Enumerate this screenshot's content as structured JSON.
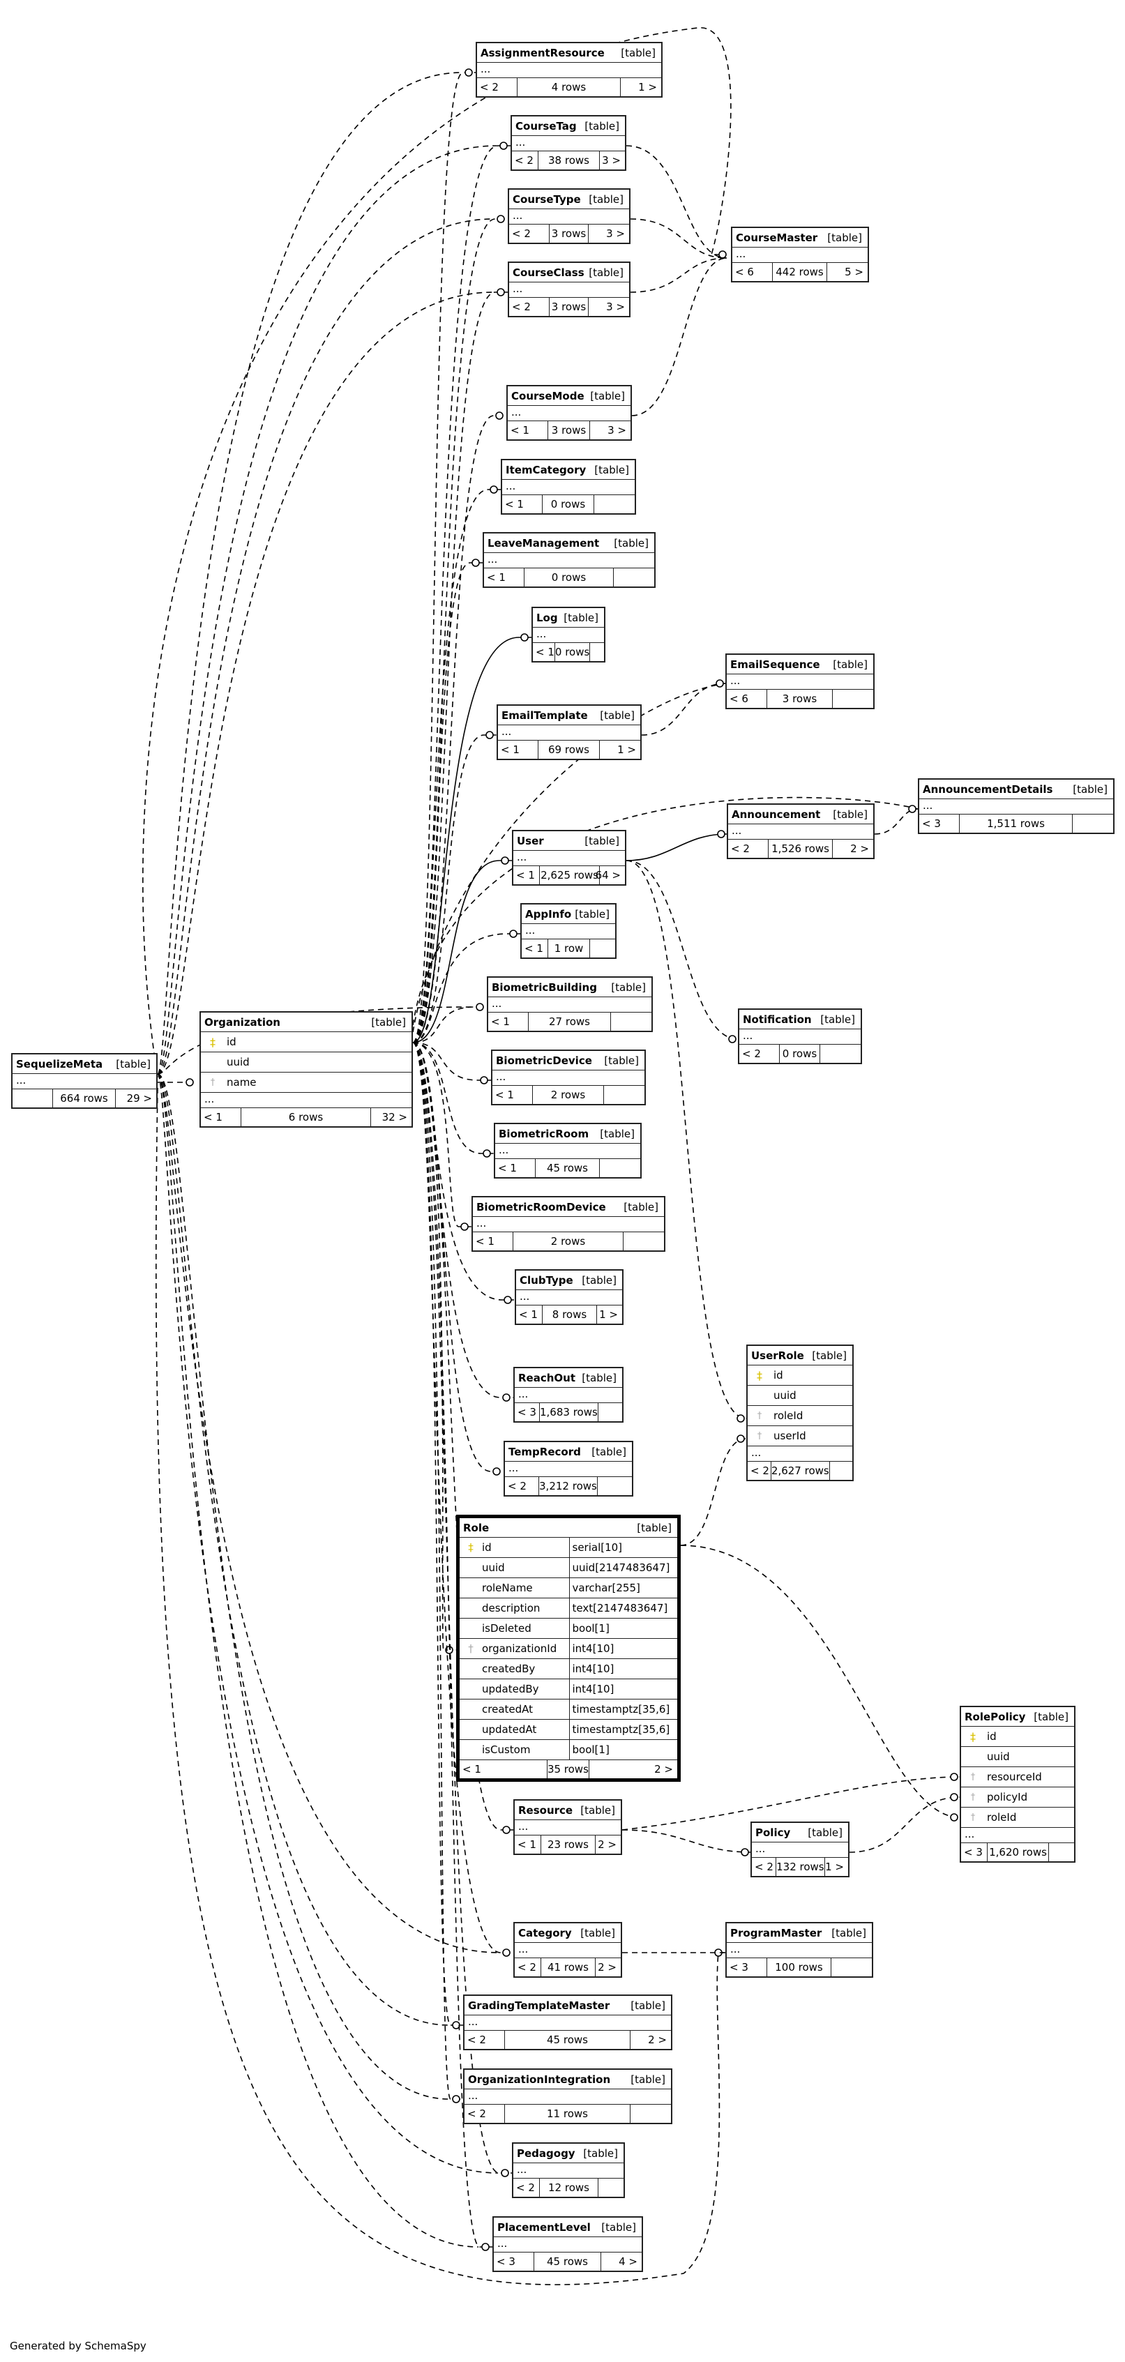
{
  "credit": "Generated by SchemaSpy",
  "tables": [
    {
      "id": "SequelizeMeta",
      "name": "SequelizeMeta",
      "type": "[table]",
      "footer": {
        "left": "",
        "rows": "664 rows",
        "right": "29 >"
      }
    },
    {
      "id": "Organization",
      "name": "Organization",
      "type": "[table]",
      "columns": [
        {
          "name": "id",
          "key": "pk"
        },
        {
          "name": "uuid",
          "key": ""
        },
        {
          "name": "name",
          "key": "fk"
        }
      ],
      "footer": {
        "left": "< 1",
        "rows": "6 rows",
        "right": "32 >"
      }
    },
    {
      "id": "AssignmentResource",
      "name": "AssignmentResource",
      "type": "[table]",
      "footer": {
        "left": "< 2",
        "rows": "4 rows",
        "right": "1 >"
      }
    },
    {
      "id": "CourseTag",
      "name": "CourseTag",
      "type": "[table]",
      "footer": {
        "left": "< 2",
        "rows": "38 rows",
        "right": "3 >"
      }
    },
    {
      "id": "CourseType",
      "name": "CourseType",
      "type": "[table]",
      "footer": {
        "left": "< 2",
        "rows": "3 rows",
        "right": "3 >"
      }
    },
    {
      "id": "CourseClass",
      "name": "CourseClass",
      "type": "[table]",
      "footer": {
        "left": "< 2",
        "rows": "3 rows",
        "right": "3 >"
      }
    },
    {
      "id": "CourseMaster",
      "name": "CourseMaster",
      "type": "[table]",
      "footer": {
        "left": "< 6",
        "rows": "442 rows",
        "right": "5 >"
      }
    },
    {
      "id": "CourseMode",
      "name": "CourseMode",
      "type": "[table]",
      "footer": {
        "left": "< 1",
        "rows": "3 rows",
        "right": "3 >"
      }
    },
    {
      "id": "ItemCategory",
      "name": "ItemCategory",
      "type": "[table]",
      "footer": {
        "left": "< 1",
        "rows": "0 rows",
        "right": ""
      }
    },
    {
      "id": "LeaveManagement",
      "name": "LeaveManagement",
      "type": "[table]",
      "footer": {
        "left": "< 1",
        "rows": "0 rows",
        "right": ""
      }
    },
    {
      "id": "Log",
      "name": "Log",
      "type": "[table]",
      "footer": {
        "left": "< 1",
        "rows": "0 rows",
        "right": ""
      }
    },
    {
      "id": "EmailSequence",
      "name": "EmailSequence",
      "type": "[table]",
      "footer": {
        "left": "< 6",
        "rows": "3 rows",
        "right": ""
      }
    },
    {
      "id": "EmailTemplate",
      "name": "EmailTemplate",
      "type": "[table]",
      "footer": {
        "left": "< 1",
        "rows": "69 rows",
        "right": "1 >"
      }
    },
    {
      "id": "AnnouncementDetails",
      "name": "AnnouncementDetails",
      "type": "[table]",
      "footer": {
        "left": "< 3",
        "rows": "1,511 rows",
        "right": ""
      }
    },
    {
      "id": "Announcement",
      "name": "Announcement",
      "type": "[table]",
      "footer": {
        "left": "< 2",
        "rows": "1,526 rows",
        "right": "2 >"
      }
    },
    {
      "id": "User",
      "name": "User",
      "type": "[table]",
      "footer": {
        "left": "< 1",
        "rows": "2,625 rows",
        "right": "64 >"
      }
    },
    {
      "id": "AppInfo",
      "name": "AppInfo",
      "type": "[table]",
      "footer": {
        "left": "< 1",
        "rows": "1 row",
        "right": ""
      }
    },
    {
      "id": "BiometricBuilding",
      "name": "BiometricBuilding",
      "type": "[table]",
      "footer": {
        "left": "< 1",
        "rows": "27 rows",
        "right": ""
      }
    },
    {
      "id": "Notification",
      "name": "Notification",
      "type": "[table]",
      "footer": {
        "left": "< 2",
        "rows": "0 rows",
        "right": ""
      }
    },
    {
      "id": "BiometricDevice",
      "name": "BiometricDevice",
      "type": "[table]",
      "footer": {
        "left": "< 1",
        "rows": "2 rows",
        "right": ""
      }
    },
    {
      "id": "BiometricRoom",
      "name": "BiometricRoom",
      "type": "[table]",
      "footer": {
        "left": "< 1",
        "rows": "45 rows",
        "right": ""
      }
    },
    {
      "id": "BiometricRoomDevice",
      "name": "BiometricRoomDevice",
      "type": "[table]",
      "footer": {
        "left": "< 1",
        "rows": "2 rows",
        "right": ""
      }
    },
    {
      "id": "ClubType",
      "name": "ClubType",
      "type": "[table]",
      "footer": {
        "left": "< 1",
        "rows": "8 rows",
        "right": "1 >"
      }
    },
    {
      "id": "UserRole",
      "name": "UserRole",
      "type": "[table]",
      "columns": [
        {
          "name": "id",
          "key": "pk"
        },
        {
          "name": "uuid",
          "key": ""
        },
        {
          "name": "roleId",
          "key": "fk"
        },
        {
          "name": "userId",
          "key": "fk"
        }
      ],
      "footer": {
        "left": "< 2",
        "rows": "2,627 rows",
        "right": ""
      }
    },
    {
      "id": "ReachOut",
      "name": "ReachOut",
      "type": "[table]",
      "footer": {
        "left": "< 3",
        "rows": "1,683 rows",
        "right": ""
      }
    },
    {
      "id": "TempRecord",
      "name": "TempRecord",
      "type": "[table]",
      "footer": {
        "left": "< 2",
        "rows": "3,212 rows",
        "right": ""
      }
    },
    {
      "id": "Role",
      "name": "Role",
      "type": "[table]",
      "columns": [
        {
          "name": "id",
          "dtype": "serial[10]",
          "key": "pk"
        },
        {
          "name": "uuid",
          "dtype": "uuid[2147483647]",
          "key": ""
        },
        {
          "name": "roleName",
          "dtype": "varchar[255]",
          "key": ""
        },
        {
          "name": "description",
          "dtype": "text[2147483647]",
          "key": ""
        },
        {
          "name": "isDeleted",
          "dtype": "bool[1]",
          "key": ""
        },
        {
          "name": "organizationId",
          "dtype": "int4[10]",
          "key": "fk"
        },
        {
          "name": "createdBy",
          "dtype": "int4[10]",
          "key": ""
        },
        {
          "name": "updatedBy",
          "dtype": "int4[10]",
          "key": ""
        },
        {
          "name": "createdAt",
          "dtype": "timestamptz[35,6]",
          "key": ""
        },
        {
          "name": "updatedAt",
          "dtype": "timestamptz[35,6]",
          "key": ""
        },
        {
          "name": "isCustom",
          "dtype": "bool[1]",
          "key": ""
        }
      ],
      "footer": {
        "left": "< 1",
        "rows": "35 rows",
        "right": "2 >"
      }
    },
    {
      "id": "RolePolicy",
      "name": "RolePolicy",
      "type": "[table]",
      "columns": [
        {
          "name": "id",
          "key": "pk"
        },
        {
          "name": "uuid",
          "key": ""
        },
        {
          "name": "resourceId",
          "key": "fk"
        },
        {
          "name": "policyId",
          "key": "fk"
        },
        {
          "name": "roleId",
          "key": "fk"
        }
      ],
      "footer": {
        "left": "< 3",
        "rows": "1,620 rows",
        "right": ""
      }
    },
    {
      "id": "Resource",
      "name": "Resource",
      "type": "[table]",
      "footer": {
        "left": "< 1",
        "rows": "23 rows",
        "right": "2 >"
      }
    },
    {
      "id": "Policy",
      "name": "Policy",
      "type": "[table]",
      "footer": {
        "left": "< 2",
        "rows": "132 rows",
        "right": "1 >"
      }
    },
    {
      "id": "Category",
      "name": "Category",
      "type": "[table]",
      "footer": {
        "left": "< 2",
        "rows": "41 rows",
        "right": "2 >"
      }
    },
    {
      "id": "ProgramMaster",
      "name": "ProgramMaster",
      "type": "[table]",
      "footer": {
        "left": "< 3",
        "rows": "100 rows",
        "right": ""
      }
    },
    {
      "id": "GradingTemplateMaster",
      "name": "GradingTemplateMaster",
      "type": "[table]",
      "footer": {
        "left": "< 2",
        "rows": "45 rows",
        "right": "2 >"
      }
    },
    {
      "id": "OrganizationIntegration",
      "name": "OrganizationIntegration",
      "type": "[table]",
      "footer": {
        "left": "< 2",
        "rows": "11 rows",
        "right": ""
      }
    },
    {
      "id": "Pedagogy",
      "name": "Pedagogy",
      "type": "[table]",
      "footer": {
        "left": "< 2",
        "rows": "12 rows",
        "right": ""
      }
    },
    {
      "id": "PlacementLevel",
      "name": "PlacementLevel",
      "type": "[table]",
      "footer": {
        "left": "< 3",
        "rows": "45 rows",
        "right": "4 >"
      }
    }
  ]
}
